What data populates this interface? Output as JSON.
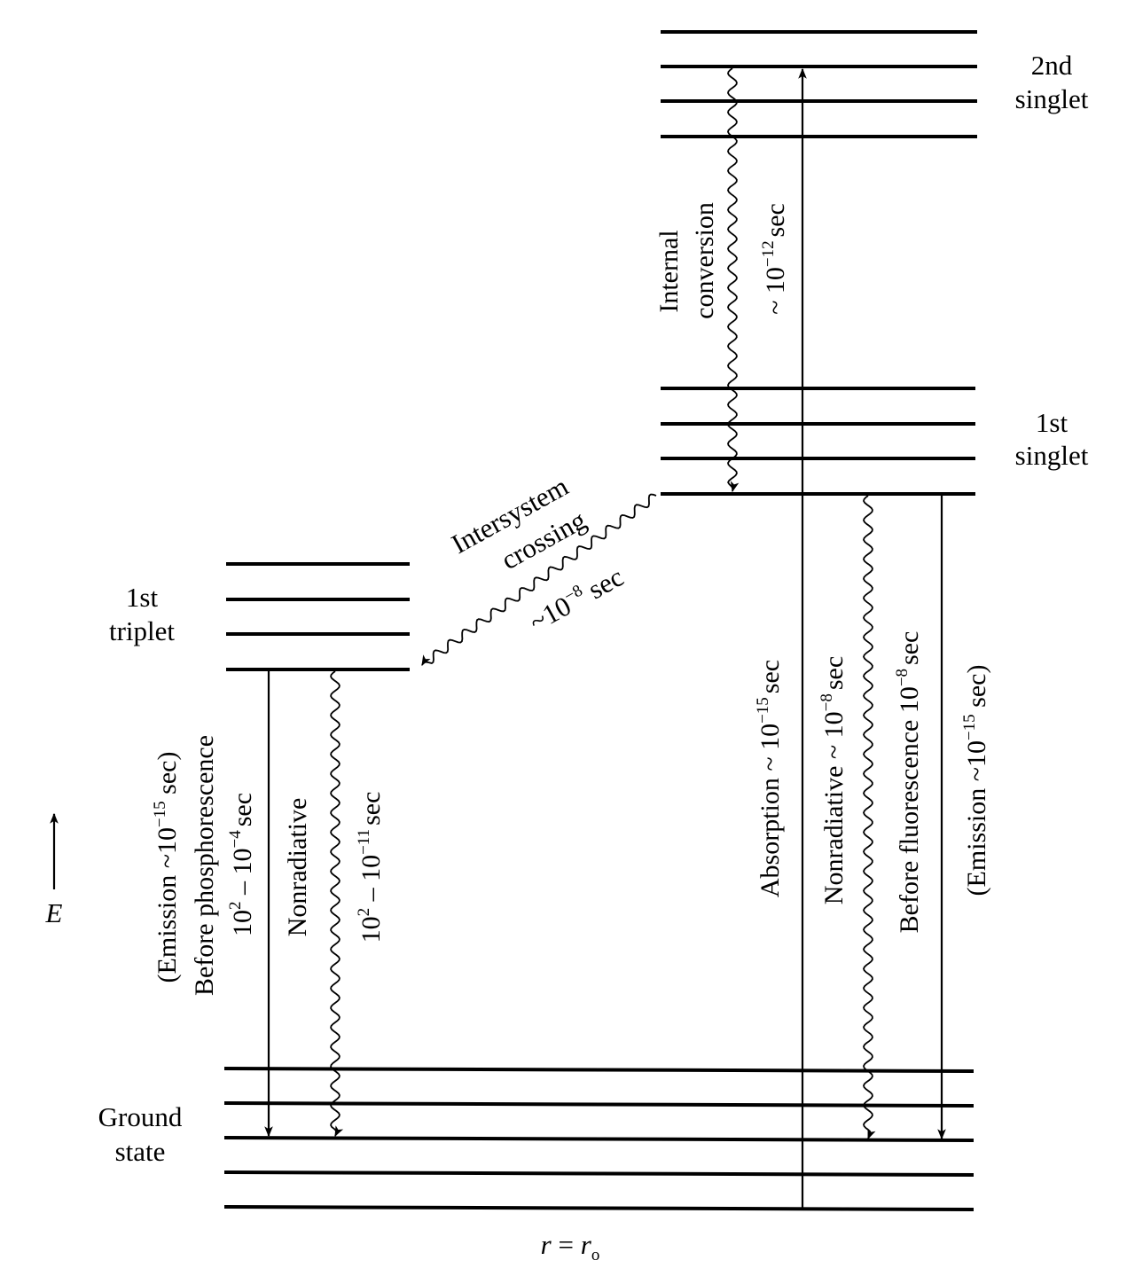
{
  "states": {
    "second_singlet": [
      "2nd",
      "singlet"
    ],
    "first_singlet": [
      "1st",
      "singlet"
    ],
    "first_triplet": [
      "1st",
      "triplet"
    ],
    "ground": [
      "Ground",
      "state"
    ]
  },
  "transitions": {
    "internal_conversion": {
      "name_lines": [
        "Internal",
        "conversion"
      ],
      "time_prefix": "~ 10",
      "time_exp": "−12",
      "time_unit": "sec"
    },
    "intersystem_crossing": {
      "name_lines": [
        "Intersystem",
        "crossing"
      ],
      "time_prefix": "~10",
      "time_exp": "−8",
      "time_unit": " sec"
    },
    "phosphorescence": {
      "emission_prefix": "(Emission ~10",
      "emission_exp": "−15",
      "emission_unit": " sec)",
      "before_label": "Before phosphorescence",
      "before_a": "10",
      "before_a_exp": "2",
      "before_mid": " – 10",
      "before_b_exp": "−4",
      "before_unit": "sec"
    },
    "triplet_nonradiative": {
      "name": "Nonradiative",
      "time_a": "10",
      "time_a_exp": "2",
      "time_mid": " – 10",
      "time_b_exp": "−11",
      "time_unit": "sec"
    },
    "absorption": {
      "name_prefix": "Absorption ~ 10",
      "exp": "−15",
      "unit": "sec"
    },
    "singlet_nonradiative": {
      "name_prefix": "Nonradiative ~ 10",
      "exp": "−8",
      "unit": "sec"
    },
    "fluorescence": {
      "before_prefix": "Before fluorescence 10",
      "exp": "−8",
      "unit": "sec"
    },
    "fluorescence_emission": {
      "prefix": "(Emission ~10",
      "exp": "−15",
      "unit": " sec)"
    }
  },
  "axis": {
    "energy_label": "E"
  },
  "footer": {
    "r": "r",
    "eq": " = ",
    "r0": "r",
    "sub": "o"
  }
}
